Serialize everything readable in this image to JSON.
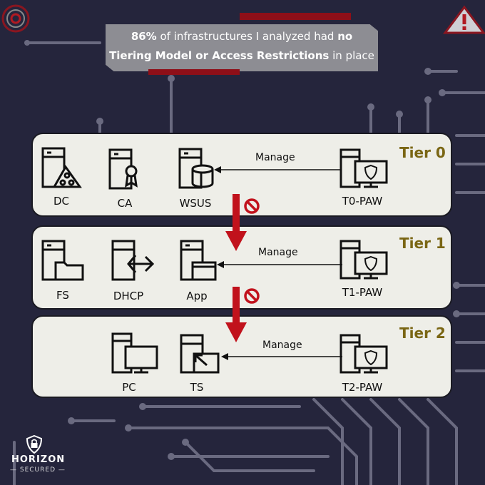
{
  "banner": {
    "pct": "86%",
    "part1": " of infrastructures I analyzed had ",
    "bold1": "no",
    "bold2": "Tiering Model or Access Restrictions",
    "part2": " in place"
  },
  "tiers": [
    {
      "title": "Tier 0",
      "manage": "Manage",
      "items": [
        "DC",
        "CA",
        "WSUS"
      ],
      "paw": "T0-PAW"
    },
    {
      "title": "Tier 1",
      "manage": "Manage",
      "items": [
        "FS",
        "DHCP",
        "App"
      ],
      "paw": "T1-PAW"
    },
    {
      "title": "Tier 2",
      "manage": "Manage",
      "items": [
        "PC",
        "TS"
      ],
      "paw": "T2-PAW"
    }
  ],
  "brand": {
    "name": "HORIZON",
    "sub": "— SECURED —"
  },
  "colors": {
    "tier_title": "#7a6614",
    "accent_red": "#c1121c",
    "panel": "#eeeee8",
    "background": "#25253c"
  }
}
